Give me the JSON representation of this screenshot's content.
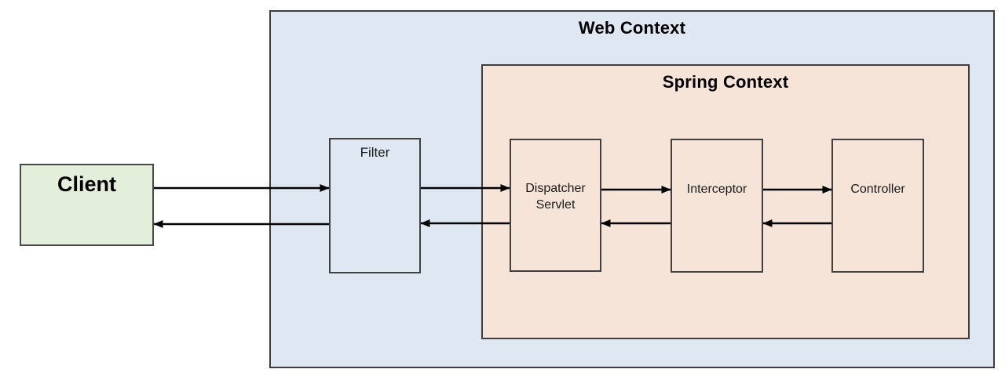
{
  "diagram": {
    "background_color": "#ffffff",
    "arrow_color": "#000000",
    "containers": {
      "web_context": {
        "label": "Web Context",
        "fill": "#dfe7f3",
        "border": "#3d3d3d"
      },
      "spring_context": {
        "label": "Spring Context",
        "fill": "#f5e4d7",
        "border": "#3d3d3d"
      }
    },
    "nodes": {
      "client": {
        "label": "Client",
        "fill": "#e4efdb",
        "border": "#4a4a4a"
      },
      "filter": {
        "label": "Filter",
        "fill": "#dfe7f3",
        "border": "#404040"
      },
      "dispatcher_servlet": {
        "label": "Dispatcher Servlet",
        "fill": "#f5e4d7",
        "border": "#404040"
      },
      "interceptor": {
        "label": "Interceptor",
        "fill": "#f5e4d7",
        "border": "#404040"
      },
      "controller": {
        "label": "Controller",
        "fill": "#f5e4d7",
        "border": "#404040"
      }
    },
    "edges": [
      {
        "from": "client",
        "to": "filter",
        "direction": "request"
      },
      {
        "from": "filter",
        "to": "dispatcher_servlet",
        "direction": "request"
      },
      {
        "from": "dispatcher_servlet",
        "to": "interceptor",
        "direction": "request"
      },
      {
        "from": "interceptor",
        "to": "controller",
        "direction": "request"
      },
      {
        "from": "controller",
        "to": "interceptor",
        "direction": "response"
      },
      {
        "from": "interceptor",
        "to": "dispatcher_servlet",
        "direction": "response"
      },
      {
        "from": "dispatcher_servlet",
        "to": "filter",
        "direction": "response"
      },
      {
        "from": "filter",
        "to": "client",
        "direction": "response"
      }
    ]
  }
}
